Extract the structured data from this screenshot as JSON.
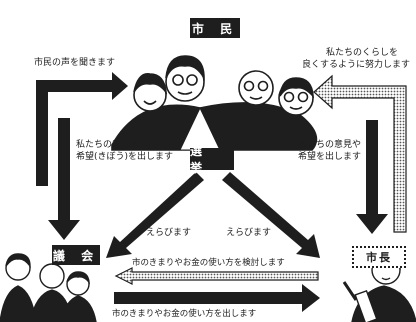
{
  "citizens": {
    "title": "市 民",
    "voice_label": "市民の声を聞きます",
    "improve_label_line1": "私たちのくらしを",
    "improve_label_line2": "良くするように努力します"
  },
  "assembly": {
    "title": "議 会"
  },
  "mayor": {
    "title": "市長"
  },
  "election": {
    "label": "選 挙"
  },
  "arrows": {
    "opinions_to_assembly_line1": "私たちの意見や",
    "opinions_to_assembly_line2": "希望(きぼう)を出します",
    "opinions_to_mayor_line1": "私たちの意見や",
    "opinions_to_mayor_line2": "希望を出します",
    "elect_assembly": "えらびます",
    "elect_mayor": "えらびます",
    "review_label": "市のきまりやお金の使い方を検討します",
    "propose_label": "市のきまりやお金の使い方を出します"
  },
  "colors": {
    "ink": "#1e1e1e",
    "paper": "#ffffff"
  }
}
